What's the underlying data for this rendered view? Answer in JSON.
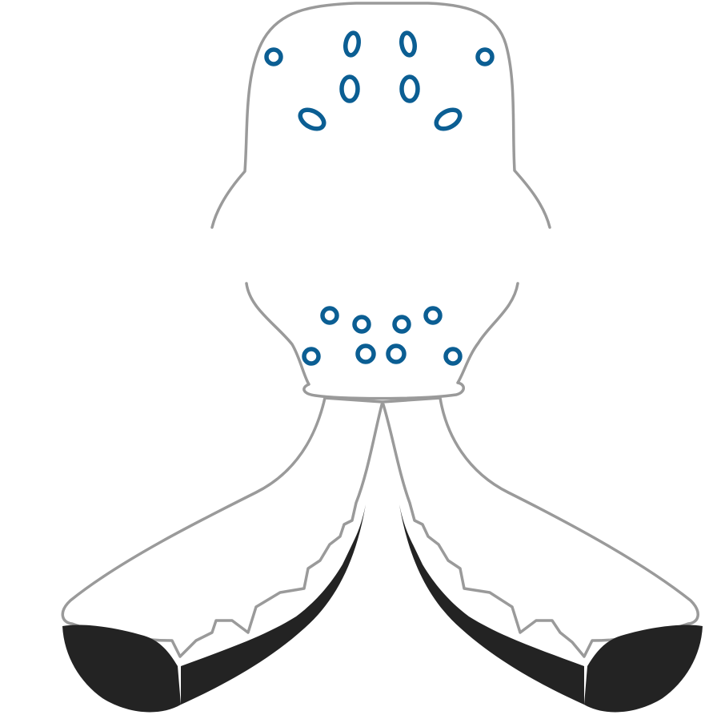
{
  "figure": {
    "subject": "spider",
    "parts": [
      "head",
      "chelicerae",
      "fangs",
      "eyes",
      "pores"
    ]
  },
  "colors": {
    "outline": "#9a9a9a",
    "eye": "#0b5e93",
    "fang_tip": "#232323",
    "background": "#ffffff"
  },
  "icons": {
    "eye": "eye-icon",
    "pore": "pore-icon"
  }
}
